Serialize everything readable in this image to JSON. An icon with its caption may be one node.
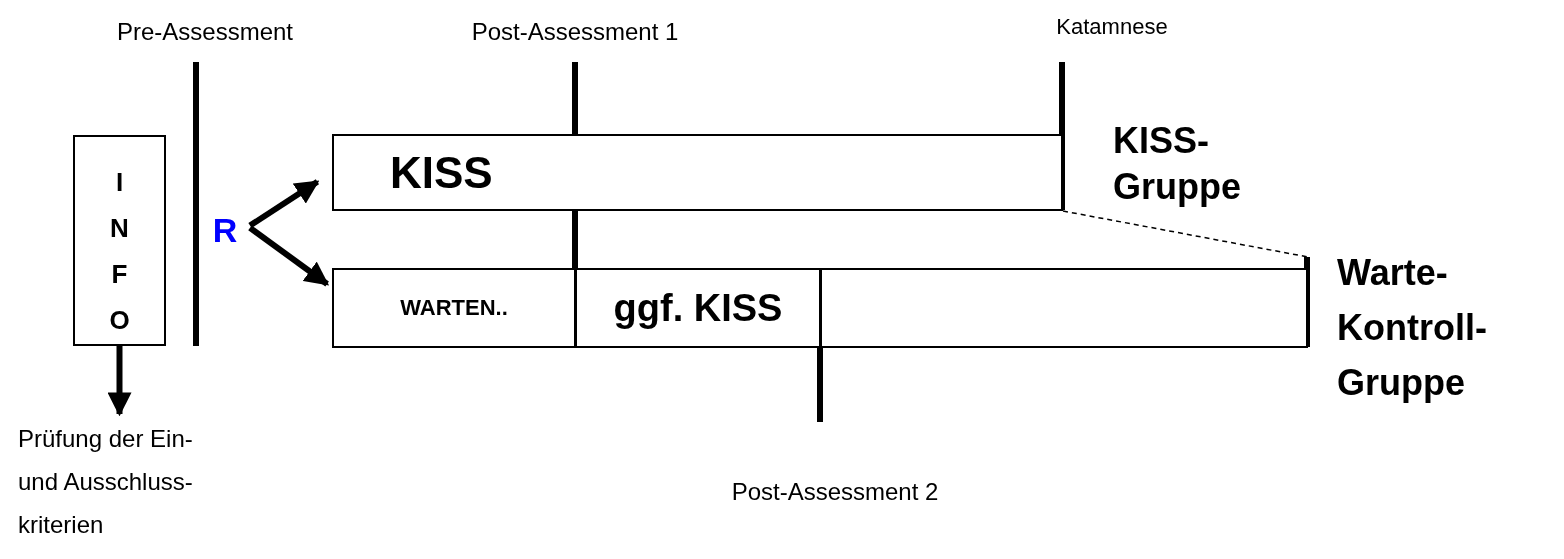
{
  "diagram": {
    "nodes": [
      {
        "text": [
          "I N F O"
        ]
      },
      {
        "text": [
          "R"
        ]
      },
      {
        "text": [
          "KISS"
        ]
      },
      {
        "text": [
          "WARTEN.."
        ]
      },
      {
        "text": [
          "ggf. KISS"
        ]
      },
      {
        "text": [],
        "shape": "box"
      },
      {
        "text": [
          "Prüfung der Ein- und Ausschluss- kriterien"
        ]
      }
    ],
    "edges": [
      {
        "from": 1,
        "to": 2,
        "arrow": "to"
      },
      {
        "from": 1,
        "to": 3,
        "arrow": "to"
      },
      {
        "from": 0,
        "to": 6,
        "arrow": "to"
      },
      {
        "from": 2,
        "to": 5,
        "arrow": "none",
        "style": "dashed"
      }
    ],
    "labels": [
      "Pre-Assessment",
      "Post-Assessment 1",
      "Katamnese",
      "KISS- Gruppe",
      "Warte- Kontroll- Gruppe",
      "Post-Assessment 2"
    ]
  }
}
